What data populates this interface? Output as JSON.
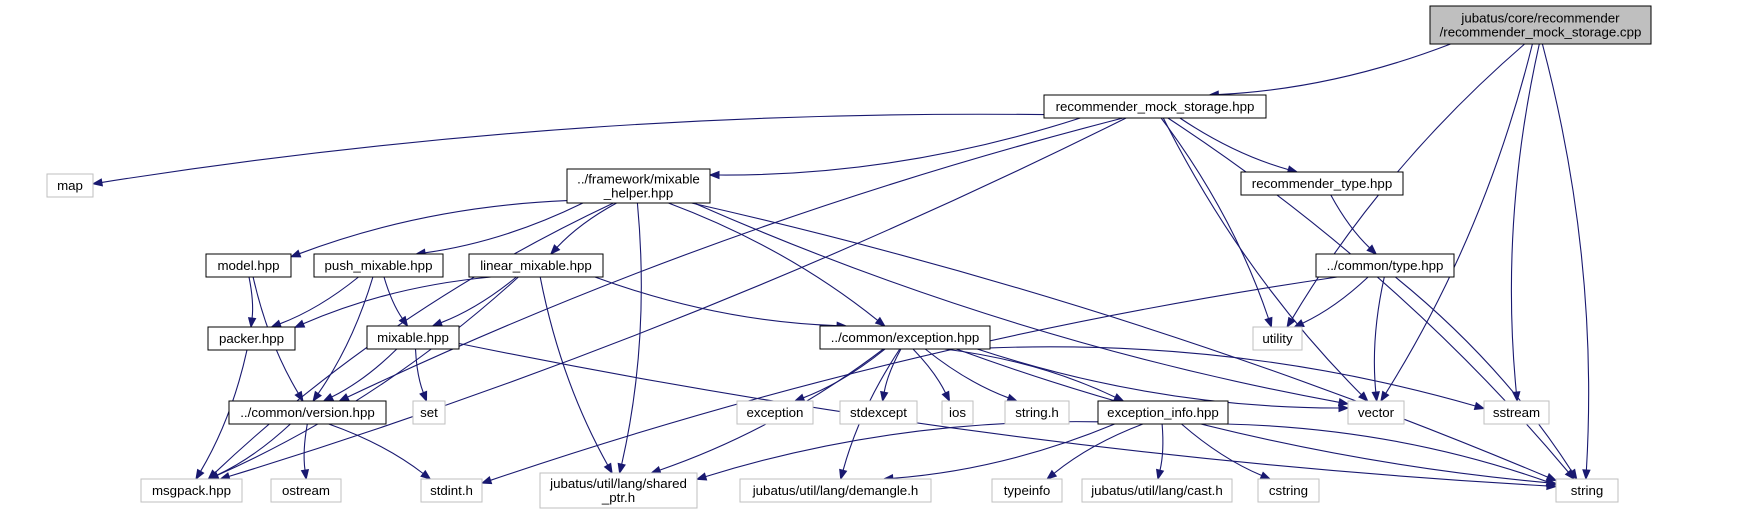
{
  "diagram": {
    "nodes": [
      {
        "id": "root",
        "label": [
          "jubatus/core/recommender",
          "/recommender_mock_storage.cpp"
        ],
        "kind": "root"
      },
      {
        "id": "rms",
        "label": [
          "recommender_mock_storage.hpp"
        ],
        "kind": "local"
      },
      {
        "id": "mixhelper",
        "label": [
          "../framework/mixable",
          "_helper.hpp"
        ],
        "kind": "local"
      },
      {
        "id": "rtype",
        "label": [
          "recommender_type.hpp"
        ],
        "kind": "local"
      },
      {
        "id": "map",
        "label": [
          "map"
        ],
        "kind": "ext"
      },
      {
        "id": "model",
        "label": [
          "model.hpp"
        ],
        "kind": "local"
      },
      {
        "id": "push",
        "label": [
          "push_mixable.hpp"
        ],
        "kind": "local"
      },
      {
        "id": "linear",
        "label": [
          "linear_mixable.hpp"
        ],
        "kind": "local"
      },
      {
        "id": "ctype",
        "label": [
          "../common/type.hpp"
        ],
        "kind": "local"
      },
      {
        "id": "packer",
        "label": [
          "packer.hpp"
        ],
        "kind": "local"
      },
      {
        "id": "mixable",
        "label": [
          "mixable.hpp"
        ],
        "kind": "local"
      },
      {
        "id": "cexc",
        "label": [
          "../common/exception.hpp"
        ],
        "kind": "local"
      },
      {
        "id": "utility",
        "label": [
          "utility"
        ],
        "kind": "ext"
      },
      {
        "id": "cver",
        "label": [
          "../common/version.hpp"
        ],
        "kind": "local"
      },
      {
        "id": "set",
        "label": [
          "set"
        ],
        "kind": "ext"
      },
      {
        "id": "exception",
        "label": [
          "exception"
        ],
        "kind": "ext"
      },
      {
        "id": "stdexcept",
        "label": [
          "stdexcept"
        ],
        "kind": "ext"
      },
      {
        "id": "ios",
        "label": [
          "ios"
        ],
        "kind": "ext"
      },
      {
        "id": "stringh",
        "label": [
          "string.h"
        ],
        "kind": "ext"
      },
      {
        "id": "einfo",
        "label": [
          "exception_info.hpp"
        ],
        "kind": "local"
      },
      {
        "id": "vector",
        "label": [
          "vector"
        ],
        "kind": "ext"
      },
      {
        "id": "sstream",
        "label": [
          "sstream"
        ],
        "kind": "ext"
      },
      {
        "id": "msgpack",
        "label": [
          "msgpack.hpp"
        ],
        "kind": "ext"
      },
      {
        "id": "ostream",
        "label": [
          "ostream"
        ],
        "kind": "ext"
      },
      {
        "id": "stdint",
        "label": [
          "stdint.h"
        ],
        "kind": "ext"
      },
      {
        "id": "sharedptr",
        "label": [
          "jubatus/util/lang/shared",
          "_ptr.h"
        ],
        "kind": "ext"
      },
      {
        "id": "demangle",
        "label": [
          "jubatus/util/lang/demangle.h"
        ],
        "kind": "ext"
      },
      {
        "id": "typeinfo",
        "label": [
          "typeinfo"
        ],
        "kind": "ext"
      },
      {
        "id": "cast",
        "label": [
          "jubatus/util/lang/cast.h"
        ],
        "kind": "ext"
      },
      {
        "id": "cstring",
        "label": [
          "cstring"
        ],
        "kind": "ext"
      },
      {
        "id": "string",
        "label": [
          "string"
        ],
        "kind": "ext"
      }
    ],
    "edges": [
      [
        "root",
        "rms"
      ],
      [
        "root",
        "utility"
      ],
      [
        "root",
        "vector"
      ],
      [
        "root",
        "sstream"
      ],
      [
        "root",
        "string"
      ],
      [
        "rms",
        "map"
      ],
      [
        "rms",
        "mixhelper"
      ],
      [
        "rms",
        "rtype"
      ],
      [
        "rms",
        "msgpack"
      ],
      [
        "rms",
        "cver"
      ],
      [
        "rms",
        "utility"
      ],
      [
        "rms",
        "vector"
      ],
      [
        "rms",
        "string"
      ],
      [
        "mixhelper",
        "model"
      ],
      [
        "mixhelper",
        "push"
      ],
      [
        "mixhelper",
        "linear"
      ],
      [
        "mixhelper",
        "cexc"
      ],
      [
        "mixhelper",
        "msgpack"
      ],
      [
        "mixhelper",
        "sharedptr"
      ],
      [
        "mixhelper",
        "vector"
      ],
      [
        "mixhelper",
        "string"
      ],
      [
        "rtype",
        "ctype"
      ],
      [
        "model",
        "packer"
      ],
      [
        "model",
        "cver"
      ],
      [
        "push",
        "packer"
      ],
      [
        "push",
        "mixable"
      ],
      [
        "push",
        "cver"
      ],
      [
        "linear",
        "packer"
      ],
      [
        "linear",
        "mixable"
      ],
      [
        "linear",
        "cexc"
      ],
      [
        "linear",
        "msgpack"
      ],
      [
        "linear",
        "sharedptr"
      ],
      [
        "ctype",
        "utility"
      ],
      [
        "ctype",
        "vector"
      ],
      [
        "ctype",
        "string"
      ],
      [
        "ctype",
        "stdint"
      ],
      [
        "packer",
        "msgpack"
      ],
      [
        "mixable",
        "set"
      ],
      [
        "mixable",
        "cver"
      ],
      [
        "mixable",
        "string"
      ],
      [
        "cexc",
        "exception"
      ],
      [
        "cexc",
        "stdexcept"
      ],
      [
        "cexc",
        "ios"
      ],
      [
        "cexc",
        "stringh"
      ],
      [
        "cexc",
        "einfo"
      ],
      [
        "cexc",
        "vector"
      ],
      [
        "cexc",
        "sstream"
      ],
      [
        "cexc",
        "string"
      ],
      [
        "cexc",
        "sharedptr"
      ],
      [
        "cexc",
        "demangle"
      ],
      [
        "cver",
        "msgpack"
      ],
      [
        "cver",
        "ostream"
      ],
      [
        "cver",
        "stdint"
      ],
      [
        "einfo",
        "typeinfo"
      ],
      [
        "einfo",
        "cast"
      ],
      [
        "einfo",
        "cstring"
      ],
      [
        "einfo",
        "demangle"
      ],
      [
        "einfo",
        "sharedptr"
      ],
      [
        "einfo",
        "string"
      ]
    ]
  }
}
